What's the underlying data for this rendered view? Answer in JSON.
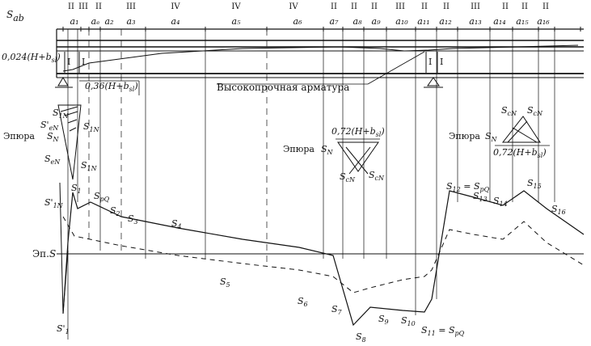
{
  "header": {
    "axis_label": "S",
    "axis_label_sub": "ab",
    "zones": [
      "II",
      "III",
      "II",
      "III",
      "IV",
      "IV",
      "IV",
      "II",
      "II",
      "II",
      "III",
      "II",
      "II",
      "III",
      "II",
      "II",
      "II"
    ],
    "a_labels": [
      "a₁",
      "aₑ",
      "a₂",
      "a₃",
      "a₄",
      "a₅",
      "a₆",
      "a₇",
      "a₈",
      "a₉",
      "a₁₀",
      "a₁₁",
      "a₁₂",
      "a₁₃",
      "a₁₄",
      "a₁₅",
      "a₁₆"
    ]
  },
  "beam": {
    "offset_top": "0,024(H+b",
    "offset_top_sub": "sl",
    "offset_top_tail": ")",
    "offset_bottom": "0,36(H+b",
    "offset_bottom_sub": "sl",
    "offset_bottom_tail": ")",
    "tendon_label": "Высокопрочная арматура",
    "section_mark": "I"
  },
  "epures": {
    "left_title": "Эпюра",
    "left_symbol": "S",
    "left_symbol_sub": "N",
    "mid_title": "Эпюра",
    "mid_symbol": "S",
    "mid_symbol_sub": "N",
    "mid_dim": "0,72(H+b",
    "mid_dim_sub": "sl",
    "mid_dim_tail": ")",
    "right_title": "Эпюра",
    "right_symbol": "S",
    "right_symbol_sub": "N",
    "right_dim": "0,72(H+b",
    "right_dim_sub": "sl",
    "right_dim_tail": ")",
    "cn": "cN",
    "en": "eN",
    "one_n": "1N"
  },
  "main_plot": {
    "title": "Эп.",
    "title_symbol": "S",
    "labels": {
      "s1p": "1",
      "s1": "1",
      "s1n": "1N",
      "spq": "pQ",
      "s2": "2",
      "s3": "3",
      "s4": "4",
      "s5": "5",
      "s6": "6",
      "s7": "7",
      "s8": "8",
      "s9": "9",
      "s10": "10",
      "s11": "11",
      "s12": "12",
      "s13": "13",
      "s14": "14",
      "s15": "15",
      "s16": "16"
    },
    "eq": "="
  },
  "colors": {
    "ink": "#111111",
    "paper": "#ffffff"
  }
}
